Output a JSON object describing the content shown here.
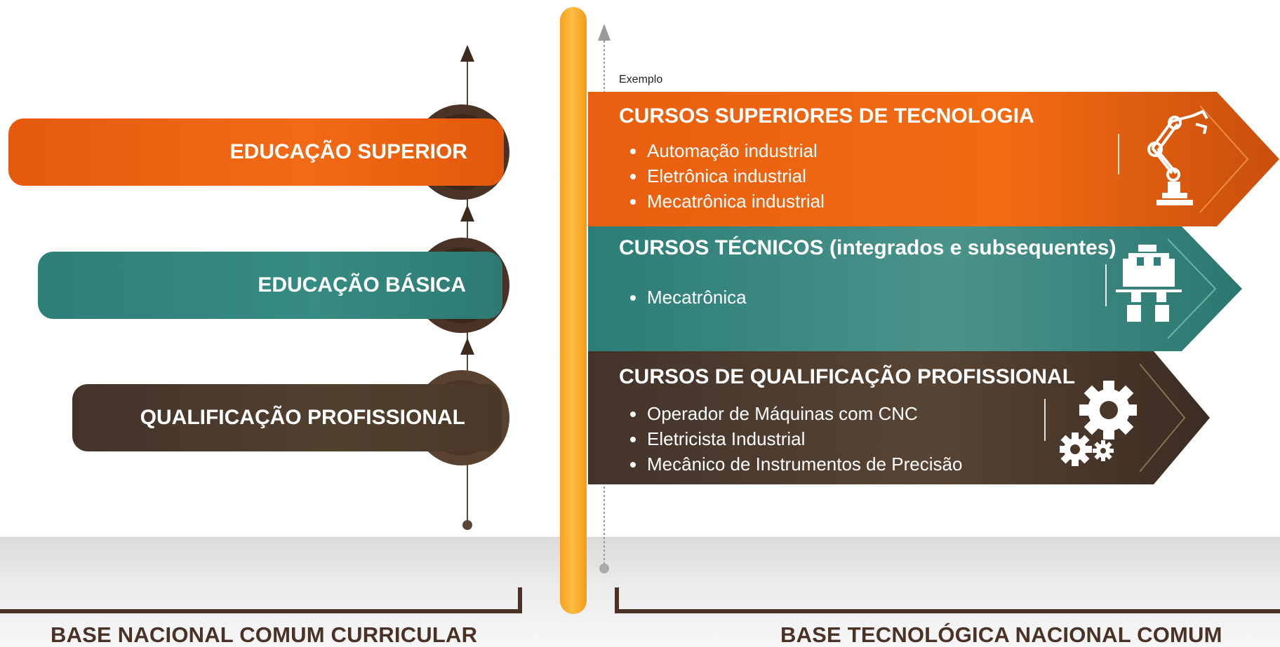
{
  "levels": {
    "superior": "EDUCAÇÃO SUPERIOR",
    "basica": "EDUCAÇÃO BÁSICA",
    "qualificacao": "QUALIFICAÇÃO PROFISSIONAL"
  },
  "example_label": "Exemplo",
  "panels": {
    "superior": {
      "title": "CURSOS SUPERIORES DE TECNOLOGIA",
      "items": [
        "Automação industrial",
        "Eletrônica industrial",
        "Mecatrônica industrial"
      ],
      "icon": "robot-arm-icon"
    },
    "tecnicos": {
      "title": "CURSOS TÉCNICOS  (integrados e subsequentes)",
      "items": [
        "Mecatrônica"
      ],
      "icon": "robot-machine-icon"
    },
    "qualificacao": {
      "title": "CURSOS DE QUALIFICAÇÃO PROFISSIONAL",
      "items": [
        "Operador de Máquinas com CNC",
        "Eletricista Industrial",
        "Mecânico de Instrumentos de Precisão"
      ],
      "icon": "gears-icon"
    }
  },
  "bases": {
    "left": "BASE NACIONAL COMUM CURRICULAR",
    "right": "BASE TECNOLÓGICA NACIONAL COMUM"
  },
  "colors": {
    "orange": "#ee6512",
    "teal": "#318680",
    "brown": "#4a3828",
    "bar": "#f8a820",
    "dark_line": "#4a3226"
  }
}
